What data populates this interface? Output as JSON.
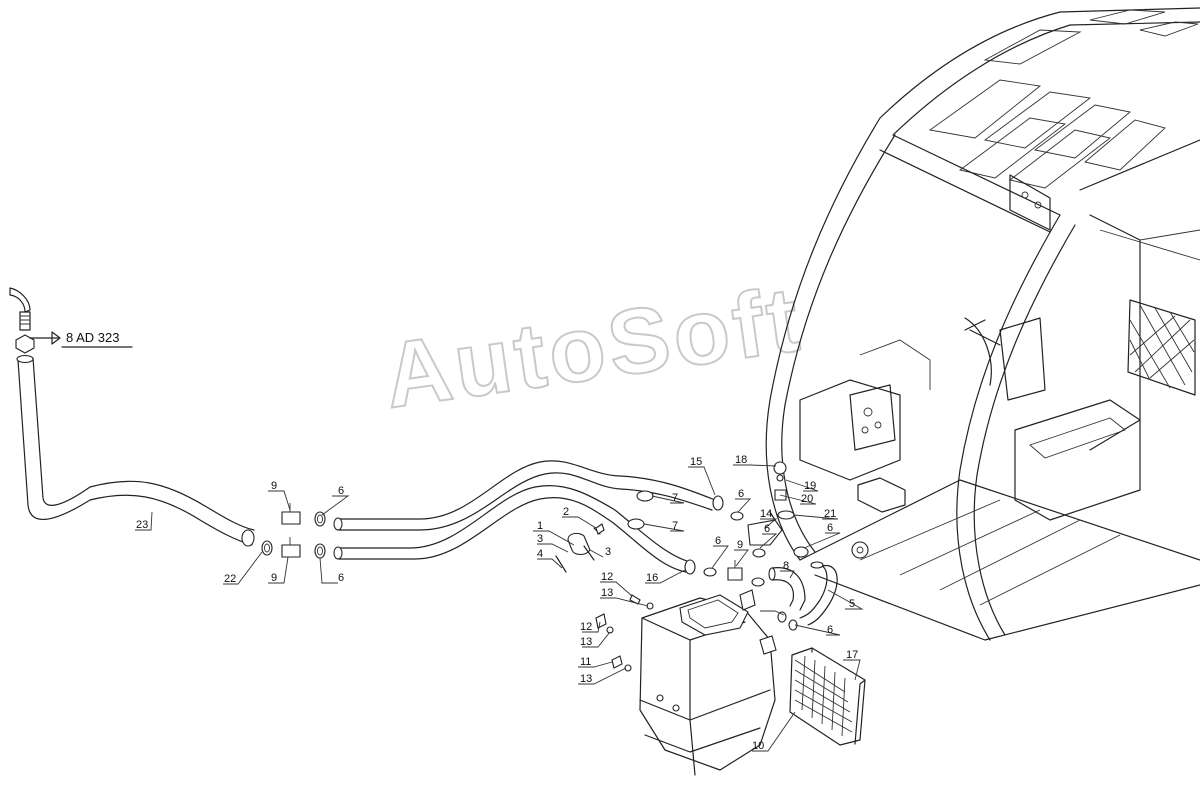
{
  "watermark": "AutoSoft",
  "reference": "8 AD 323",
  "callouts": [
    "1",
    "2",
    "3",
    "3",
    "4",
    "5",
    "6",
    "6",
    "6",
    "6",
    "6",
    "6",
    "6",
    "7",
    "7",
    "8",
    "9",
    "9",
    "9",
    "10",
    "11",
    "12",
    "12",
    "13",
    "13",
    "13",
    "14",
    "15",
    "16",
    "17",
    "18",
    "19",
    "20",
    "21",
    "22",
    "23"
  ]
}
